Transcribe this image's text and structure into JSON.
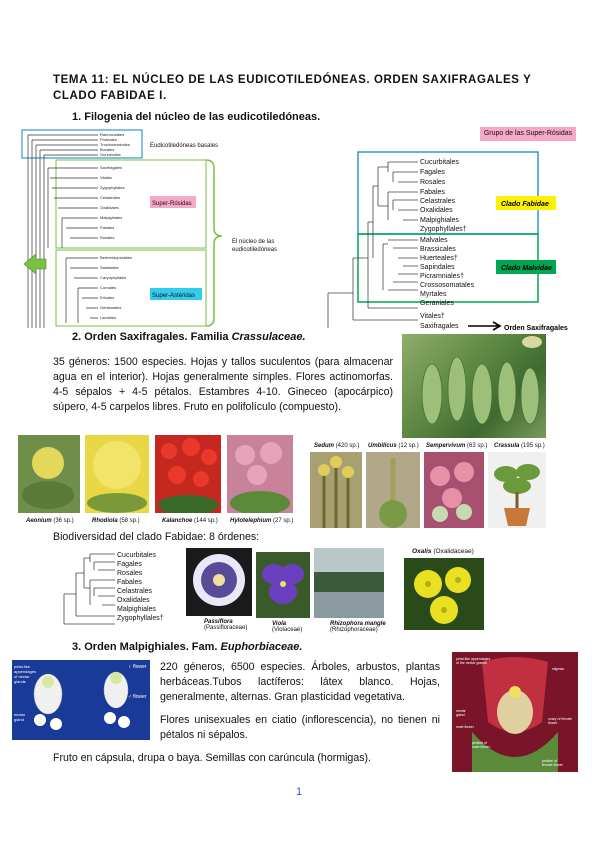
{
  "title": "TEMA 11: EL NÚCLEO DE LAS EUDICOTILEDÓNEAS. ORDEN SAXIFRAGALES Y CLADO FABIDAE I.",
  "section1": "1.   Filogenia del núcleo de las eudicotiledóneas.",
  "left_tree": {
    "label_basales": "Eudicotiledóneas basales",
    "label_super_rosidas": "Super-Rósidas",
    "label_super_asteridas": "Super-Astéridas",
    "label_nucleo": "El núcleo de las eudicotiledóneas"
  },
  "right_tree": {
    "header": "Grupo de las Super-Rósidas",
    "fabidae_taxa": [
      "Cucurbitales",
      "Fagales",
      "Rosales",
      "Fabales",
      "Celastrales",
      "Oxalidales",
      "Malpighiales",
      "Zygophyllales†"
    ],
    "malvidae_taxa": [
      "Malvales",
      "Brassicales",
      "Huerteales†",
      "Sapindales",
      "Picramniales†",
      "Crossosomatales",
      "Myrtales",
      "Geraniales"
    ],
    "other_taxa": [
      "Vitales†",
      "Saxifragales"
    ],
    "clado_fabidae": "Clado Fabidae",
    "clado_malvidae": "Clado Malvidae",
    "orden_saxifragales": "Orden Saxifragales"
  },
  "section2": {
    "prefix": "2.   Orden Saxifragales. Familia ",
    "family": "Crassulaceae."
  },
  "crassulaceae_text": "35 géneros: 1500 especies. Hojas y tallos suculentos (para almacenar agua en el interior). Hojas generalmente simples. Flores actinomorfas. 4-5 sépalos + 4-5 pétalos. Estambres 4-10. Gineceo (apocárpico) súpero, 4-5 carpelos libres. Fruto en polifolículo (compuesto).",
  "crassulaceae_photos": [
    {
      "genus": "Aeonium",
      "sp": "(36 sp.)"
    },
    {
      "genus": "Rhodiola",
      "sp": "(58 sp.)"
    },
    {
      "genus": "Kalanchoe",
      "sp": "(144 sp.)"
    },
    {
      "genus": "Hylotelephium",
      "sp": "(27 sp.)"
    }
  ],
  "crassulaceae_photos2": [
    {
      "genus": "Sedum",
      "sp": "(420 sp.)"
    },
    {
      "genus": "Umbilicus",
      "sp": "(12 sp.)"
    },
    {
      "genus": "Sempervivum",
      "sp": "(63 sp.)"
    },
    {
      "genus": "Crassula",
      "sp": "(195 sp.)"
    }
  ],
  "fabidae_line": "Biodiversidad del clado Fabidae: 8 órdenes:",
  "fabidae_small_taxa": [
    "Cucurbitales",
    "Fagales",
    "Rosales",
    "Fabales",
    "Celastrales",
    "Oxalidales",
    "Malpighiales",
    "Zygophyllales†"
  ],
  "fabidae_photos": [
    {
      "genus": "Passiflora",
      "family": "(Passifloraceae)"
    },
    {
      "genus": "Viola",
      "family": "(Violaceae)"
    },
    {
      "genus": "Rhizophora mangle",
      "family": "(Rhizophoraceae)"
    },
    {
      "genus": "Oxalis",
      "family": "(Oxalidaceae)"
    }
  ],
  "section3": {
    "prefix": "3.   Orden Malpighiales. Fam. ",
    "family": "Euphorbiaceae."
  },
  "euph_p1": "220 géneros, 6500 especies. Árboles, arbustos, plantas herbáceas.Tubos lactíferos: látex blanco. Hojas, generalmente, alternas. Gran plasticidad vegetativa.",
  "euph_p2": "Flores unisexuales en ciatio (inflorescencia), no tienen ni pétalos ni sépalos.",
  "euph_p3": "Fruto en cápsula, drupa o baya. Semillas con carúncula (hormigas).",
  "page_number": "1",
  "colors": {
    "fabidae_box": "#fff200",
    "malvidae_box": "#00a651",
    "header_box": "#f5a8c8",
    "accent_blue": "#3399cc",
    "page_number": "#2a62b8"
  }
}
